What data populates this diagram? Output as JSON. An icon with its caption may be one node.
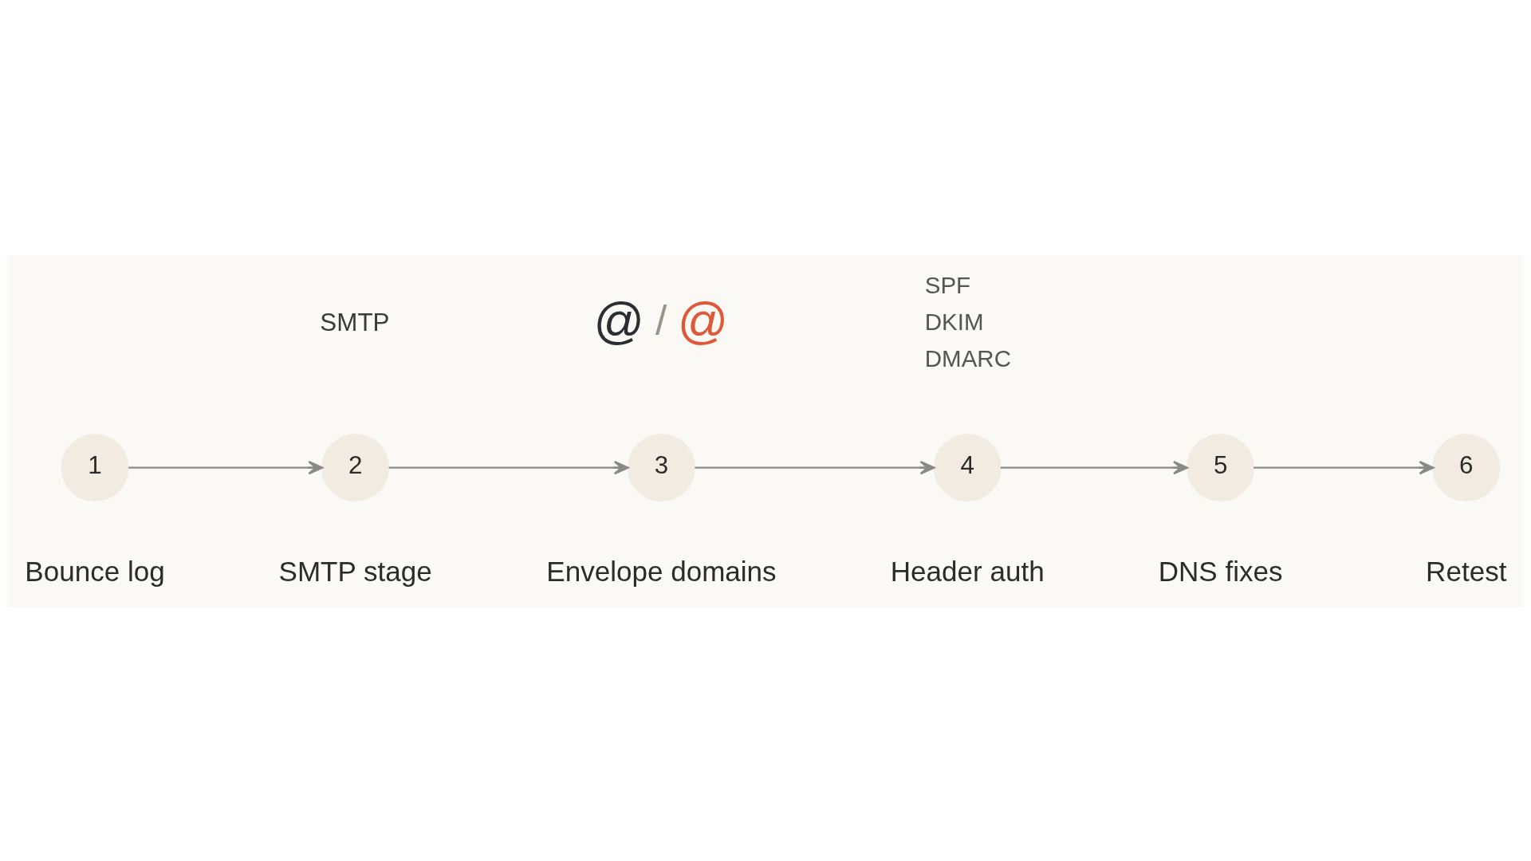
{
  "diagram": {
    "nodes": [
      {
        "text": [
          "1"
        ],
        "beside": [
          "Bounce log"
        ]
      },
      {
        "text": [
          "2"
        ],
        "beside": [
          "SMTP stage"
        ]
      },
      {
        "text": [
          "3"
        ],
        "beside": [
          "Envelope domains"
        ]
      },
      {
        "text": [
          "4"
        ],
        "beside": [
          "Header auth"
        ]
      },
      {
        "text": [
          "5"
        ],
        "beside": [
          "DNS fixes"
        ]
      },
      {
        "text": [
          "6"
        ],
        "beside": [
          "Retest"
        ]
      }
    ],
    "edges": [
      {
        "from": 0,
        "to": 1,
        "arrow": "to"
      },
      {
        "from": 1,
        "to": 2,
        "arrow": "to"
      },
      {
        "from": 2,
        "to": 3,
        "arrow": "to"
      },
      {
        "from": 3,
        "to": 4,
        "arrow": "to"
      },
      {
        "from": 4,
        "to": 5,
        "arrow": "to"
      }
    ],
    "labels": [
      "SMTP",
      "@",
      "/",
      "@",
      "SPF",
      "DKIM",
      "DMARC"
    ]
  }
}
